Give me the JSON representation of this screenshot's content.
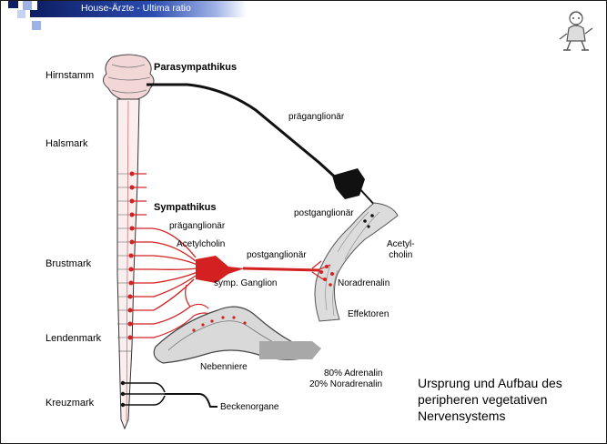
{
  "header": {
    "title": "House-Ärzte - Ultima ratio"
  },
  "regions": {
    "hirnstamm": "Hirnstamm",
    "halsmark": "Halsmark",
    "brustmark": "Brustmark",
    "lendenmark": "Lendenmark",
    "kreuzmark": "Kreuzmark"
  },
  "labels": {
    "parasympathikus": "Parasympathikus",
    "praeganglionaer_para": "präganglionär",
    "postganglionaer_para": "postganglionär",
    "acetylcholin_para_1": "Acetyl-",
    "acetylcholin_para_2": "cholin",
    "sympathikus": "Sympathikus",
    "praeganglionaer_sym": "präganglionär",
    "acetylcholin_sym": "Acetylcholin",
    "postganglionaer_sym": "postganglionär",
    "symp_ganglion": "symp. Ganglion",
    "noradrenalin": "Noradrenalin",
    "effektoren": "Effektoren",
    "nebenniere": "Nebenniere",
    "adrenalin_ratio": "80% Adrenalin",
    "noradrenalin_ratio": "20% Noradrenalin",
    "beckenorgane": "Beckenorgane"
  },
  "caption": {
    "line1": "Ursprung und Aufbau des",
    "line2": "peripheren vegetativen",
    "line3": "Nervensystems"
  },
  "colors": {
    "sympathetic": "#d42020",
    "parasympathetic": "#111111",
    "title_bar": "#1e3a9e"
  },
  "icons": {
    "logo": "house-cartoon-icon"
  }
}
